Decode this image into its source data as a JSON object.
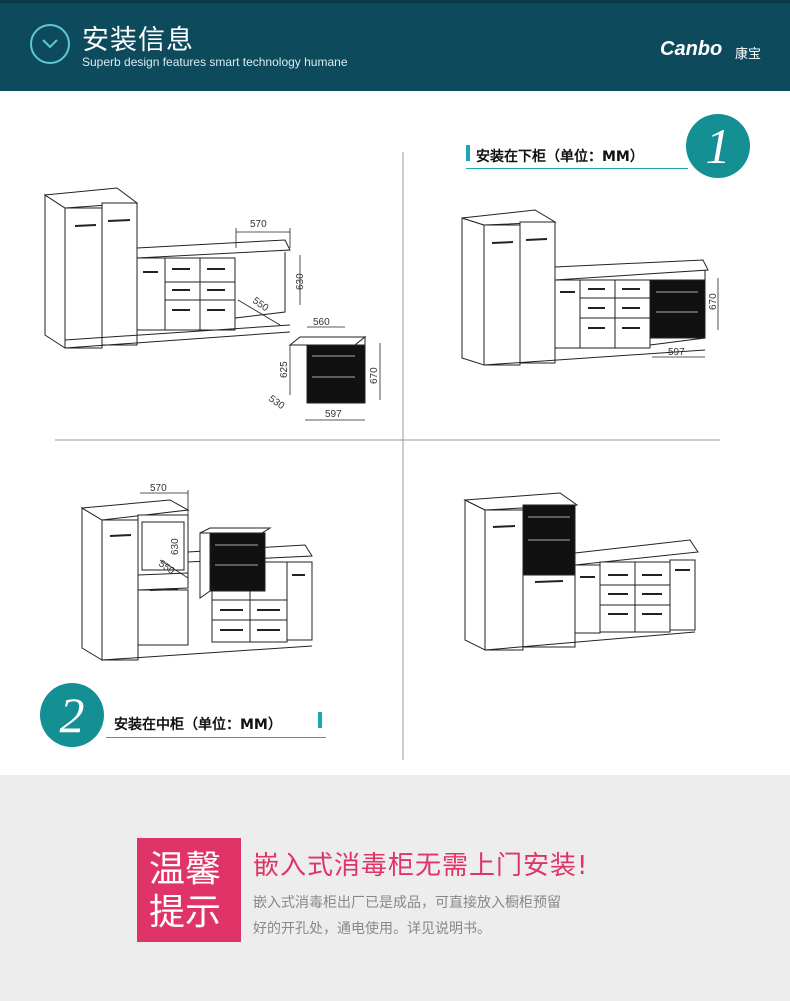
{
  "header": {
    "title": "安装信息",
    "subtitle": "Superb design features smart technology humane",
    "brand": "Canbo",
    "brand_cn": "康宝"
  },
  "sections": [
    {
      "number": "1",
      "label": "安装在下柜（单位：MM）"
    },
    {
      "number": "2",
      "label": "安装在中柜（单位：MM）"
    }
  ],
  "dimensions": {
    "d570": "570",
    "d630": "630",
    "d550": "550",
    "d560": "560",
    "d625": "625",
    "d670": "670",
    "d530": "530",
    "d597": "597"
  },
  "tip": {
    "box_lines": [
      "温馨",
      "提示"
    ],
    "title": "嵌入式消毒柜无需上门安装!",
    "line1": "嵌入式消毒柜出厂已是成品，可直接放入橱柜预留",
    "line2": "好的开孔处，通电使用。详见说明书。"
  },
  "colors": {
    "header_bg": "#0d4a5c",
    "accent": "#148f94",
    "tip_pink": "#e03468"
  }
}
